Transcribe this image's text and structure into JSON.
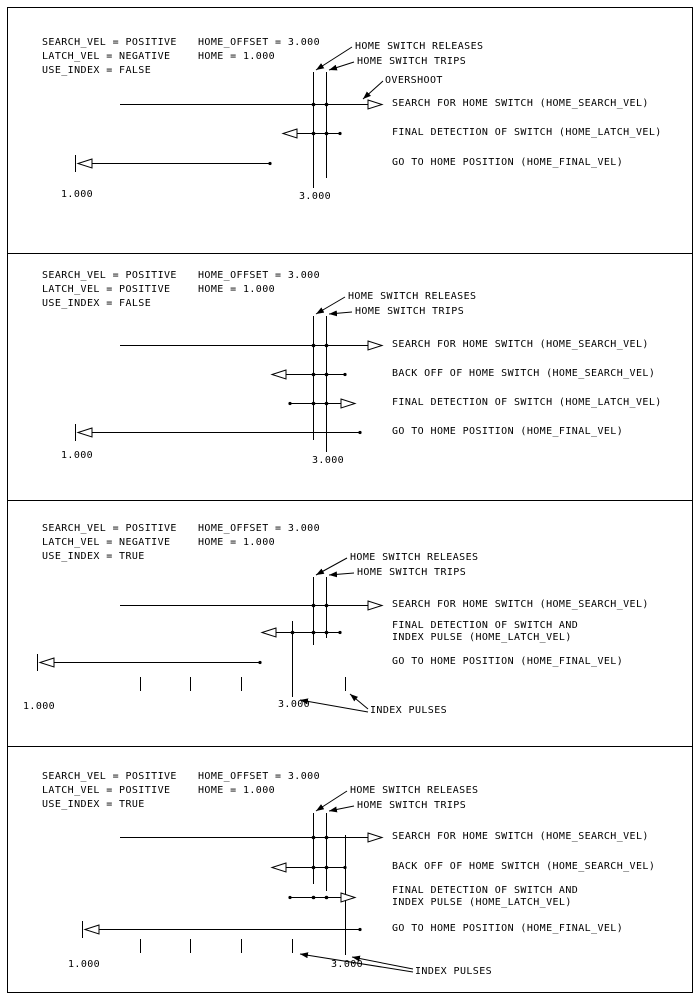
{
  "page": {
    "background": "#ffffff",
    "line_color": "#000000"
  },
  "panels": [
    {
      "params": {
        "search_vel": "SEARCH_VEL = POSITIVE",
        "latch_vel": "LATCH_VEL = NEGATIVE",
        "use_index": "USE_INDEX = FALSE",
        "home_offset": "HOME_OFFSET = 3.000",
        "home": "HOME = 1.000"
      },
      "callouts": {
        "releases": "HOME SWITCH RELEASES",
        "trips": "HOME SWITCH TRIPS",
        "overshoot": "OVERSHOOT"
      },
      "steps": [
        "SEARCH FOR HOME SWITCH (HOME_SEARCH_VEL)",
        "FINAL DETECTION OF SWITCH (HOME_LATCH_VEL)",
        "GO TO HOME POSITION (HOME_FINAL_VEL)"
      ],
      "axis": {
        "home_pos": "1.000",
        "switch_pos": "3.000"
      }
    },
    {
      "params": {
        "search_vel": "SEARCH_VEL = POSITIVE",
        "latch_vel": "LATCH_VEL = POSITIVE",
        "use_index": "USE_INDEX = FALSE",
        "home_offset": "HOME_OFFSET = 3.000",
        "home": "HOME = 1.000"
      },
      "callouts": {
        "releases": "HOME SWITCH RELEASES",
        "trips": "HOME SWITCH TRIPS"
      },
      "steps": [
        "SEARCH FOR HOME SWITCH (HOME_SEARCH_VEL)",
        "BACK OFF OF HOME SWITCH (HOME_SEARCH_VEL)",
        "FINAL DETECTION OF SWITCH (HOME_LATCH_VEL)",
        "GO TO HOME POSITION (HOME_FINAL_VEL)"
      ],
      "axis": {
        "home_pos": "1.000",
        "switch_pos": "3.000"
      }
    },
    {
      "params": {
        "search_vel": "SEARCH_VEL = POSITIVE",
        "latch_vel": "LATCH_VEL = NEGATIVE",
        "use_index": "USE_INDEX = TRUE",
        "home_offset": "HOME_OFFSET = 3.000",
        "home": "HOME = 1.000"
      },
      "callouts": {
        "releases": "HOME SWITCH RELEASES",
        "trips": "HOME SWITCH TRIPS"
      },
      "steps": [
        "SEARCH FOR HOME SWITCH (HOME_SEARCH_VEL)",
        "FINAL DETECTION OF SWITCH AND\nINDEX PULSE (HOME_LATCH_VEL)",
        "GO TO HOME POSITION (HOME_FINAL_VEL)"
      ],
      "index_label": "INDEX PULSES",
      "axis": {
        "home_pos": "1.000",
        "switch_pos": "3.000"
      }
    },
    {
      "params": {
        "search_vel": "SEARCH_VEL = POSITIVE",
        "latch_vel": "LATCH_VEL = POSITIVE",
        "use_index": "USE_INDEX = TRUE",
        "home_offset": "HOME_OFFSET = 3.000",
        "home": "HOME = 1.000"
      },
      "callouts": {
        "releases": "HOME SWITCH RELEASES",
        "trips": "HOME SWITCH TRIPS"
      },
      "steps": [
        "SEARCH FOR HOME SWITCH (HOME_SEARCH_VEL)",
        "BACK OFF OF HOME SWITCH (HOME_SEARCH_VEL)",
        "FINAL DETECTION OF SWITCH AND\nINDEX PULSE (HOME_LATCH_VEL)",
        "GO TO HOME POSITION (HOME_FINAL_VEL)"
      ],
      "index_label": "INDEX PULSES",
      "axis": {
        "home_pos": "1.000",
        "switch_pos": "3.000"
      }
    }
  ]
}
